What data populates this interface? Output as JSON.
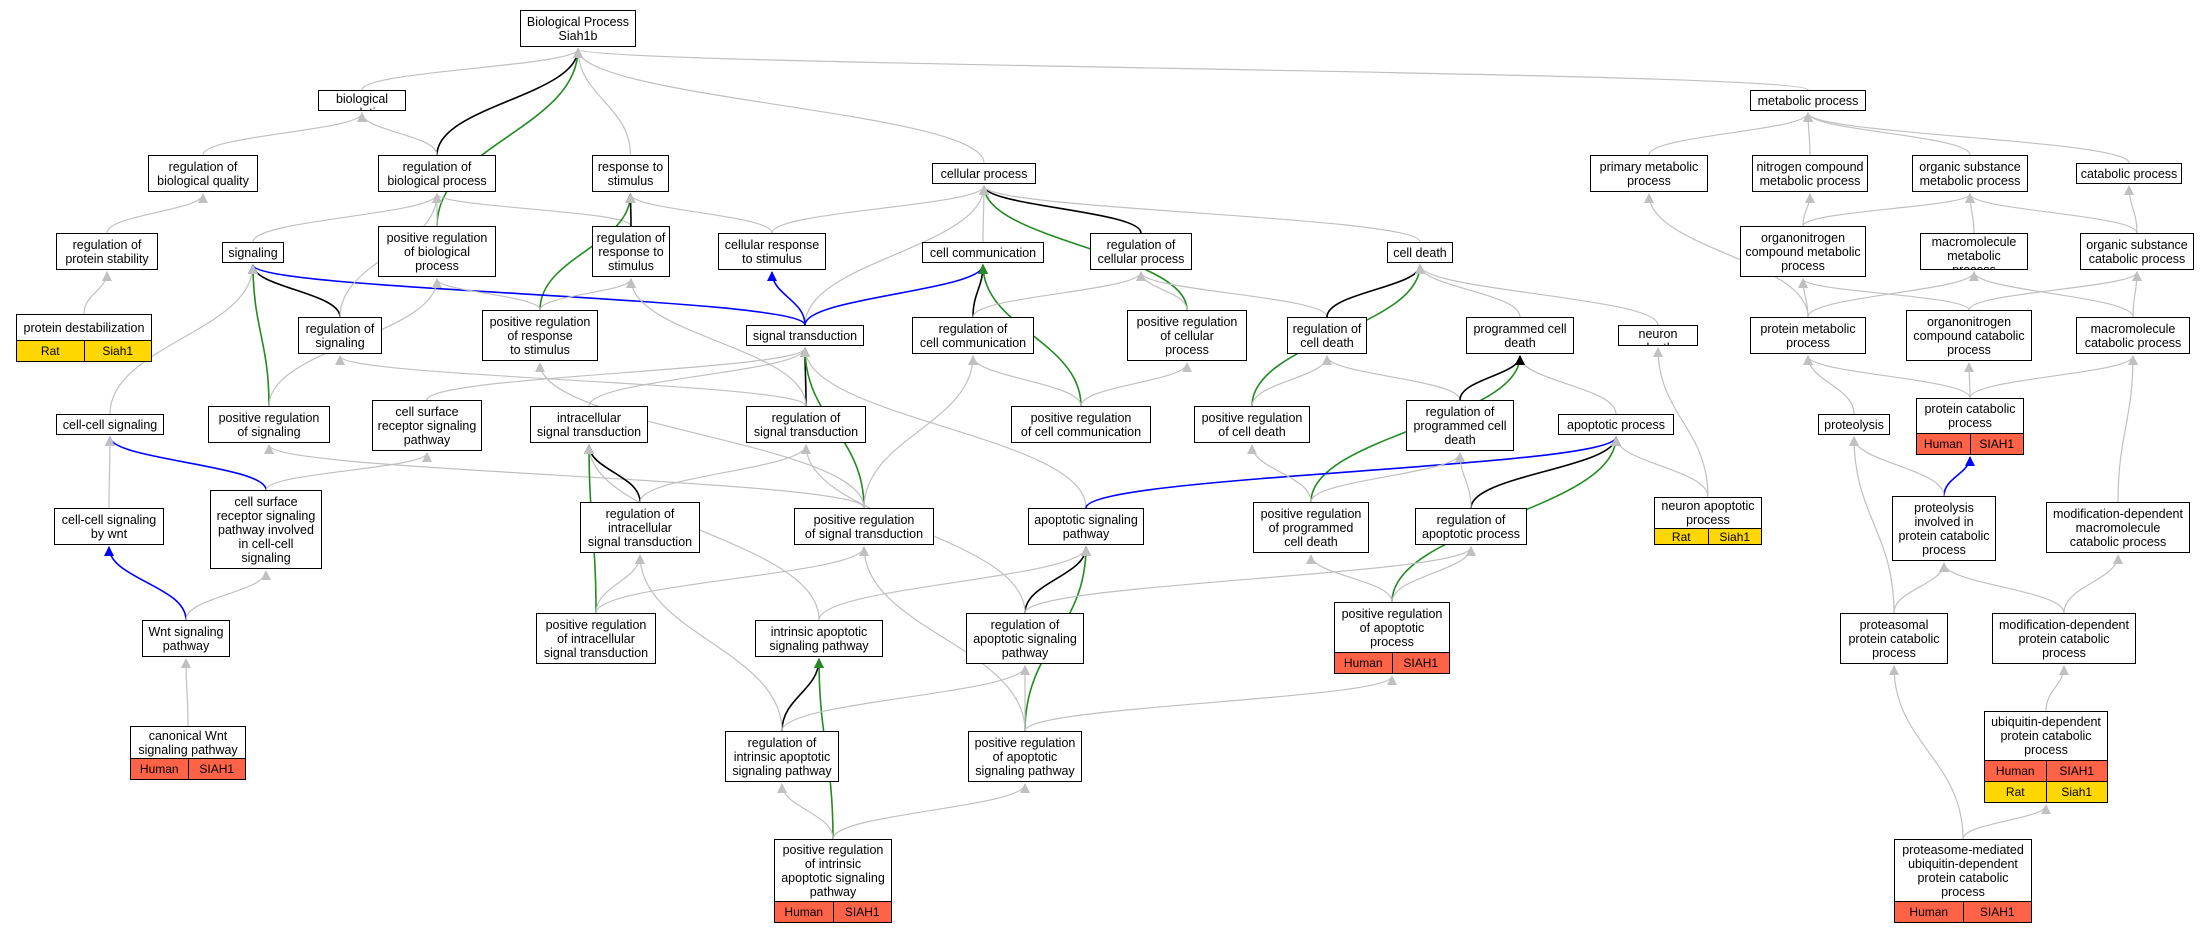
{
  "colors": {
    "neutral_edge": "#c0c0c0",
    "is_a_edge": "#000000",
    "regulates_edge": "#0000ff",
    "positively_regulates_edge": "#228b22",
    "human_fill": "#ff6347",
    "rat_fill": "#ffd700"
  },
  "nodes": [
    {
      "id": "bp",
      "label": "Biological Process\nSiah1b"
    },
    {
      "id": "br",
      "label": "biological regulation"
    },
    {
      "id": "rbq",
      "label": "regulation of\nbiological quality"
    },
    {
      "id": "rbp",
      "label": "regulation of\nbiological process"
    },
    {
      "id": "rts",
      "label": "response to\nstimulus"
    },
    {
      "id": "cp",
      "label": "cellular process"
    },
    {
      "id": "mp",
      "label": "metabolic process"
    },
    {
      "id": "pmp",
      "label": "primary metabolic\nprocess"
    },
    {
      "id": "ncmp",
      "label": "nitrogen compound\nmetabolic process"
    },
    {
      "id": "osmp",
      "label": "organic substance\nmetabolic process"
    },
    {
      "id": "catp",
      "label": "catabolic process"
    },
    {
      "id": "rps",
      "label": "regulation of\nprotein stability"
    },
    {
      "id": "sig",
      "label": "signaling"
    },
    {
      "id": "prbp",
      "label": "positive regulation\nof biological\nprocess"
    },
    {
      "id": "rrs",
      "label": "regulation of\nresponse to\nstimulus"
    },
    {
      "id": "crs",
      "label": "cellular response\nto stimulus"
    },
    {
      "id": "cc",
      "label": "cell communication"
    },
    {
      "id": "rcp",
      "label": "regulation of\ncellular process"
    },
    {
      "id": "cd",
      "label": "cell death"
    },
    {
      "id": "oncmp",
      "label": "organonitrogen\ncompound metabolic\nprocess"
    },
    {
      "id": "mmp",
      "label": "macromolecule\nmetabolic process"
    },
    {
      "id": "oscp",
      "label": "organic substance\ncatabolic process"
    },
    {
      "id": "pd",
      "label": "protein destabilization",
      "ann": [
        [
          "Rat",
          "Siah1"
        ]
      ]
    },
    {
      "id": "rsig",
      "label": "regulation of\nsignaling"
    },
    {
      "id": "prrs",
      "label": "positive regulation\nof response\nto stimulus"
    },
    {
      "id": "st",
      "label": "signal transduction"
    },
    {
      "id": "rcc",
      "label": "regulation of\ncell communication"
    },
    {
      "id": "prcp",
      "label": "positive regulation\nof cellular\nprocess"
    },
    {
      "id": "rcd",
      "label": "regulation of\ncell death"
    },
    {
      "id": "pcd",
      "label": "programmed cell\ndeath"
    },
    {
      "id": "nd",
      "label": "neuron death"
    },
    {
      "id": "prmp",
      "label": "protein metabolic\nprocess"
    },
    {
      "id": "onccp",
      "label": "organonitrogen\ncompound catabolic\nprocess"
    },
    {
      "id": "mcp",
      "label": "macromolecule\ncatabolic process"
    },
    {
      "id": "ccs",
      "label": "cell-cell signaling"
    },
    {
      "id": "prs",
      "label": "positive regulation\nof signaling"
    },
    {
      "id": "csrsp",
      "label": "cell surface\nreceptor signaling\npathway"
    },
    {
      "id": "ist",
      "label": "intracellular\nsignal transduction"
    },
    {
      "id": "rst",
      "label": "regulation of\nsignal transduction"
    },
    {
      "id": "prcc",
      "label": "positive regulation\nof cell communication"
    },
    {
      "id": "prcd",
      "label": "positive regulation\nof cell death"
    },
    {
      "id": "rpcd",
      "label": "regulation of\nprogrammed cell\ndeath"
    },
    {
      "id": "ap",
      "label": "apoptotic process"
    },
    {
      "id": "prot",
      "label": "proteolysis"
    },
    {
      "id": "pcp",
      "label": "protein catabolic\nprocess",
      "ann": [
        [
          "Human",
          "SIAH1"
        ]
      ]
    },
    {
      "id": "ccsw",
      "label": "cell-cell signaling\nby wnt"
    },
    {
      "id": "csrsp2",
      "label": "cell surface\nreceptor signaling\npathway involved\nin cell-cell\nsignaling"
    },
    {
      "id": "rist",
      "label": "regulation of\nintracellular\nsignal transduction"
    },
    {
      "id": "prst",
      "label": "positive regulation\nof signal transduction"
    },
    {
      "id": "asp",
      "label": "apoptotic signaling\npathway"
    },
    {
      "id": "prpcd",
      "label": "positive regulation\nof programmed\ncell death"
    },
    {
      "id": "rap",
      "label": "regulation of\napoptotic process"
    },
    {
      "id": "nap",
      "label": "neuron apoptotic\nprocess",
      "ann": [
        [
          "Rat",
          "Siah1"
        ]
      ]
    },
    {
      "id": "pipcp",
      "label": "proteolysis\ninvolved in\nprotein catabolic\nprocess"
    },
    {
      "id": "mdmcp",
      "label": "modification-dependent\nmacromolecule\ncatabolic process"
    },
    {
      "id": "wnt",
      "label": "Wnt signaling\npathway"
    },
    {
      "id": "prist",
      "label": "positive regulation\nof intracellular\nsignal transduction"
    },
    {
      "id": "iasp",
      "label": "intrinsic apoptotic\nsignaling pathway"
    },
    {
      "id": "rasp",
      "label": "regulation of\napoptotic signaling\npathway"
    },
    {
      "id": "prap",
      "label": "positive regulation\nof apoptotic\nprocess",
      "ann": [
        [
          "Human",
          "SIAH1"
        ]
      ]
    },
    {
      "id": "ppcp",
      "label": "proteasomal\nprotein catabolic\nprocess"
    },
    {
      "id": "mdpcp",
      "label": "modification-dependent\nprotein catabolic\nprocess"
    },
    {
      "id": "cwnt",
      "label": "canonical Wnt\nsignaling pathway",
      "ann": [
        [
          "Human",
          "SIAH1"
        ]
      ]
    },
    {
      "id": "riasp",
      "label": "regulation of\nintrinsic apoptotic\nsignaling pathway"
    },
    {
      "id": "prasp",
      "label": "positive regulation\nof apoptotic\nsignaling pathway"
    },
    {
      "id": "udpcp",
      "label": "ubiquitin-dependent\nprotein catabolic\nprocess",
      "ann": [
        [
          "Human",
          "SIAH1"
        ],
        [
          "Rat",
          "Siah1"
        ]
      ]
    },
    {
      "id": "priasp",
      "label": "positive regulation\nof intrinsic\napoptotic signaling\npathway",
      "ann": [
        [
          "Human",
          "SIAH1"
        ]
      ]
    },
    {
      "id": "pmudpcp",
      "label": "proteasome-mediated\nubiquitin-dependent\nprotein catabolic\nprocess",
      "ann": [
        [
          "Human",
          "SIAH1"
        ]
      ]
    }
  ],
  "edges": [
    [
      "br",
      "bp",
      "g"
    ],
    [
      "rbp",
      "bp",
      "k"
    ],
    [
      "prbp",
      "bp",
      "p"
    ],
    [
      "rts",
      "bp",
      "g"
    ],
    [
      "cp",
      "bp",
      "g"
    ],
    [
      "mp",
      "bp",
      "g"
    ],
    [
      "rbq",
      "br",
      "g"
    ],
    [
      "rbp",
      "br",
      "g"
    ],
    [
      "rps",
      "rbq",
      "g"
    ],
    [
      "pd",
      "rps",
      "g"
    ],
    [
      "sig",
      "rbp",
      "g"
    ],
    [
      "prbp",
      "rbp",
      "g"
    ],
    [
      "rrs",
      "rbp",
      "g"
    ],
    [
      "prrs",
      "rts",
      "p"
    ],
    [
      "rrs",
      "rts",
      "k"
    ],
    [
      "crs",
      "rts",
      "g"
    ],
    [
      "cc",
      "cp",
      "g"
    ],
    [
      "rcp",
      "cp",
      "k"
    ],
    [
      "prcp",
      "cp",
      "p"
    ],
    [
      "cd",
      "cp",
      "g"
    ],
    [
      "st",
      "cp",
      "g"
    ],
    [
      "crs",
      "cp",
      "g"
    ],
    [
      "pmp",
      "mp",
      "g"
    ],
    [
      "ncmp",
      "mp",
      "g"
    ],
    [
      "osmp",
      "mp",
      "g"
    ],
    [
      "catp",
      "mp",
      "g"
    ],
    [
      "oncmp",
      "ncmp",
      "g"
    ],
    [
      "mmp",
      "osmp",
      "g"
    ],
    [
      "oscp",
      "catp",
      "g"
    ],
    [
      "oscp",
      "osmp",
      "g"
    ],
    [
      "oncmp",
      "osmp",
      "g"
    ],
    [
      "prmp",
      "pmp",
      "g"
    ],
    [
      "prmp",
      "oncmp",
      "g"
    ],
    [
      "prmp",
      "mmp",
      "g"
    ],
    [
      "onccp",
      "oncmp",
      "g"
    ],
    [
      "onccp",
      "oscp",
      "g"
    ],
    [
      "mcp",
      "mmp",
      "g"
    ],
    [
      "mcp",
      "oscp",
      "g"
    ],
    [
      "rsig",
      "sig",
      "k"
    ],
    [
      "prs",
      "sig",
      "p"
    ],
    [
      "st",
      "sig",
      "b"
    ],
    [
      "ccs",
      "sig",
      "g"
    ],
    [
      "rsig",
      "rbp",
      "g"
    ],
    [
      "prs",
      "prbp",
      "g"
    ],
    [
      "prrs",
      "prbp",
      "g"
    ],
    [
      "prrs",
      "rrs",
      "g"
    ],
    [
      "st",
      "crs",
      "b"
    ],
    [
      "st",
      "cc",
      "b"
    ],
    [
      "rcc",
      "cc",
      "k"
    ],
    [
      "prcc",
      "cc",
      "p"
    ],
    [
      "rcd",
      "rcp",
      "g"
    ],
    [
      "prcp",
      "rcp",
      "g"
    ],
    [
      "rcc",
      "rcp",
      "g"
    ],
    [
      "rcd",
      "cd",
      "k"
    ],
    [
      "prcd",
      "cd",
      "p"
    ],
    [
      "pcd",
      "cd",
      "g"
    ],
    [
      "nd",
      "cd",
      "g"
    ],
    [
      "rst",
      "st",
      "k"
    ],
    [
      "ist",
      "st",
      "g"
    ],
    [
      "csrsp",
      "st",
      "g"
    ],
    [
      "prst",
      "st",
      "p"
    ],
    [
      "asp",
      "st",
      "g"
    ],
    [
      "rst",
      "rrs",
      "g"
    ],
    [
      "rst",
      "rsig",
      "g"
    ],
    [
      "prst",
      "prrs",
      "g"
    ],
    [
      "prst",
      "prs",
      "g"
    ],
    [
      "prst",
      "rcc",
      "g"
    ],
    [
      "prcc",
      "rcc",
      "g"
    ],
    [
      "prcc",
      "prcp",
      "g"
    ],
    [
      "prcd",
      "rcd",
      "g"
    ],
    [
      "rpcd",
      "rcd",
      "g"
    ],
    [
      "ap",
      "pcd",
      "g"
    ],
    [
      "prpcd",
      "pcd",
      "p"
    ],
    [
      "rpcd",
      "pcd",
      "k"
    ],
    [
      "nap",
      "nd",
      "g"
    ],
    [
      "csrsp2",
      "ccs",
      "b"
    ],
    [
      "ccsw",
      "ccs",
      "g"
    ],
    [
      "csrsp2",
      "csrsp",
      "g"
    ],
    [
      "rist",
      "ist",
      "k"
    ],
    [
      "prist",
      "ist",
      "p"
    ],
    [
      "rist",
      "rst",
      "g"
    ],
    [
      "prist",
      "prst",
      "g"
    ],
    [
      "iasp",
      "ist",
      "g"
    ],
    [
      "asp",
      "ap",
      "b"
    ],
    [
      "rap",
      "ap",
      "k"
    ],
    [
      "prap",
      "ap",
      "p"
    ],
    [
      "nap",
      "ap",
      "g"
    ],
    [
      "rap",
      "rpcd",
      "g"
    ],
    [
      "prpcd",
      "rpcd",
      "g"
    ],
    [
      "prpcd",
      "prcd",
      "g"
    ],
    [
      "prap",
      "prpcd",
      "g"
    ],
    [
      "prap",
      "rap",
      "g"
    ],
    [
      "wnt",
      "ccsw",
      "b"
    ],
    [
      "wnt",
      "csrsp2",
      "g"
    ],
    [
      "cwnt",
      "wnt",
      "g"
    ],
    [
      "rasp",
      "asp",
      "k"
    ],
    [
      "prasp",
      "asp",
      "p"
    ],
    [
      "rasp",
      "rap",
      "g"
    ],
    [
      "rasp",
      "rst",
      "g"
    ],
    [
      "prasp",
      "prst",
      "g"
    ],
    [
      "prasp",
      "rasp",
      "g"
    ],
    [
      "iasp",
      "asp",
      "g"
    ],
    [
      "riasp",
      "iasp",
      "k"
    ],
    [
      "priasp",
      "iasp",
      "p"
    ],
    [
      "riasp",
      "rist",
      "g"
    ],
    [
      "riasp",
      "rasp",
      "g"
    ],
    [
      "prist",
      "rist",
      "g"
    ],
    [
      "priasp",
      "riasp",
      "g"
    ],
    [
      "priasp",
      "prasp",
      "g"
    ],
    [
      "prasp",
      "prap",
      "g"
    ],
    [
      "prot",
      "prmp",
      "g"
    ],
    [
      "pcp",
      "prmp",
      "g"
    ],
    [
      "pcp",
      "onccp",
      "g"
    ],
    [
      "pcp",
      "mcp",
      "g"
    ],
    [
      "pipcp",
      "pcp",
      "b"
    ],
    [
      "pipcp",
      "prot",
      "g"
    ],
    [
      "ppcp",
      "pipcp",
      "g"
    ],
    [
      "mdpcp",
      "pipcp",
      "g"
    ],
    [
      "mdpcp",
      "mdmcp",
      "g"
    ],
    [
      "mdmcp",
      "mcp",
      "g"
    ],
    [
      "udpcp",
      "mdpcp",
      "g"
    ],
    [
      "pmudpcp",
      "ppcp",
      "g"
    ],
    [
      "pmudpcp",
      "udpcp",
      "g"
    ],
    [
      "ppcp",
      "prot",
      "g"
    ]
  ]
}
